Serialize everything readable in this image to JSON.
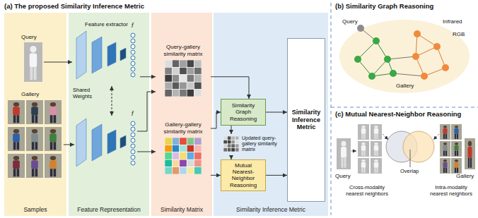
{
  "diagram": {
    "nodes": [
      {
        "text": [
          "Samples"
        ]
      },
      {
        "text": [
          "Feature Representation"
        ]
      },
      {
        "text": [
          "Feature extractor"
        ],
        "in": 1
      },
      {
        "text": [
          "Similarity Matrix"
        ]
      },
      {
        "text": [
          "Query-gallery similarity matrix"
        ],
        "in": 3
      },
      {
        "text": [
          "Gallery-gallery similarity matrix"
        ],
        "in": 3
      },
      {
        "text": [
          "Similarity Inference Metric"
        ]
      },
      {
        "text": [
          "Similarity Graph Reasoning"
        ],
        "in": 6
      },
      {
        "text": [
          "Updated query-gallery similarity matrix"
        ],
        "in": 6
      },
      {
        "text": [
          "Mutual Nearest-Neighbor Reasoning"
        ],
        "in": 6
      },
      {
        "text": [
          "Similarity Inference Metric"
        ],
        "in": 6
      }
    ],
    "edges": [
      {
        "from": 2,
        "to": 4,
        "arrow": "to"
      },
      {
        "from": 4,
        "to": 7,
        "arrow": "to"
      },
      {
        "from": 5,
        "to": 7,
        "arrow": "to"
      },
      {
        "from": 5,
        "to": 9,
        "arrow": "to"
      },
      {
        "from": 7,
        "to": 8,
        "arrow": "to"
      },
      {
        "from": 8,
        "to": 9,
        "arrow": "to"
      },
      {
        "from": 7,
        "to": 10,
        "arrow": "to"
      },
      {
        "from": 9,
        "to": 10,
        "arrow": "to"
      }
    ],
    "labels": [
      "(a) The proposed Similarity Inference Metric",
      "Query",
      "Gallery",
      "f",
      "f",
      "Shared Weights",
      "(b) Similarity Graph Reasoning",
      "Query",
      "Infrared",
      "RGB",
      "Gallery",
      "(c) Mutual Nearest-Neighbor Reasoning",
      "Query",
      "Cross-modality nearest neighbors",
      "Overlap",
      "Intra-modality nearest neighbors",
      "Gallery"
    ]
  }
}
